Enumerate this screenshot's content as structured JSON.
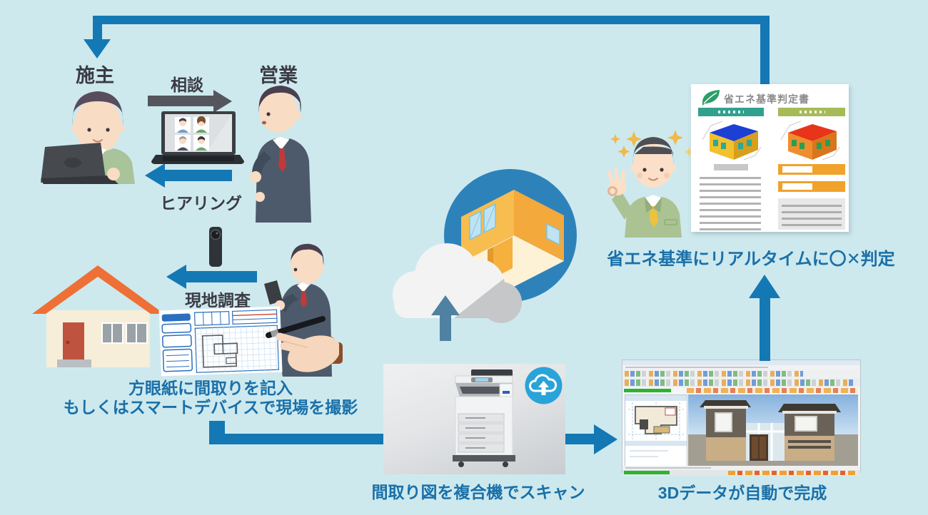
{
  "colors": {
    "background": "#cde9ee",
    "arrow_blue": "#1478b4",
    "arrow_gray": "#54555d",
    "caption_blue": "#1a70a9",
    "label_dark": "#3b3b44",
    "cloud_circle_blue": "#2e82ba",
    "doc_header_teal": "#30a18f",
    "doc_header_olive": "#a7ba58"
  },
  "consultation": {
    "owner_label": "施主",
    "sales_label": "営業",
    "consult_arrow_label": "相談",
    "hearing_arrow_label": "ヒアリング"
  },
  "site_survey": {
    "arrow_label": "現地調査",
    "caption_line1": "方眼紙に間取りを記入",
    "caption_line2": "もしくはスマートデバイスで現場を撮影"
  },
  "scan_step": {
    "caption": "間取り図を複合機でスキャン"
  },
  "cad_step": {
    "caption": "3Dデータが自動で完成"
  },
  "judgement_step": {
    "caption": "省エネ基準にリアルタイムに〇✕判定",
    "document_title": "省エネ基準判定書"
  }
}
